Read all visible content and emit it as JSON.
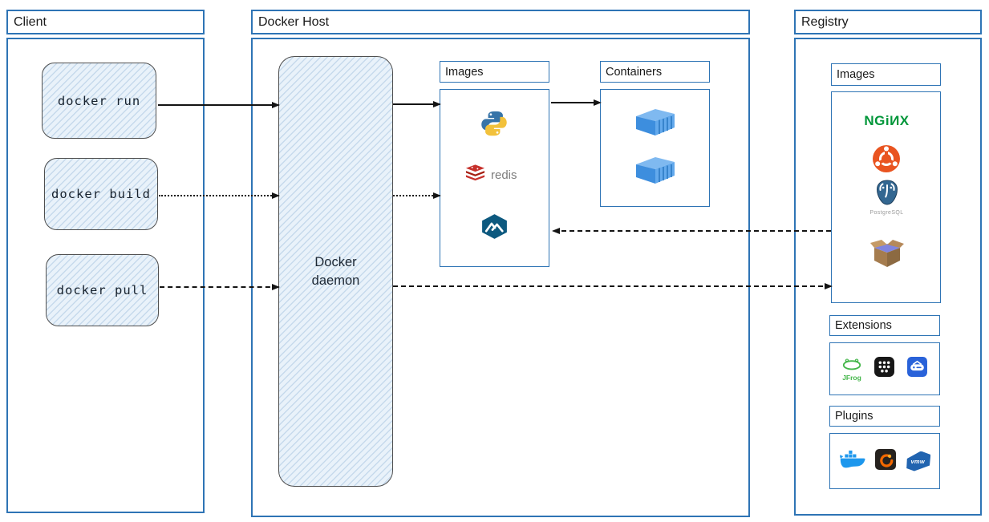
{
  "client": {
    "title": "Client",
    "commands": [
      {
        "id": "docker-run",
        "label": "docker run"
      },
      {
        "id": "docker-build",
        "label": "docker build"
      },
      {
        "id": "docker-pull",
        "label": "docker pull"
      }
    ]
  },
  "docker_host": {
    "title": "Docker Host",
    "daemon": {
      "line1": "Docker",
      "line2": "daemon"
    },
    "images_section": {
      "title": "Images",
      "items": [
        {
          "icon": "python-icon"
        },
        {
          "icon": "redis-icon",
          "label": "redis"
        },
        {
          "icon": "alpine-icon"
        }
      ]
    },
    "containers_section": {
      "title": "Containers",
      "container_count": 2
    }
  },
  "registry": {
    "title": "Registry",
    "images_section": {
      "title": "Images",
      "items": [
        {
          "icon": "nginx-logo",
          "label": "NGiИX"
        },
        {
          "icon": "ubuntu-icon"
        },
        {
          "icon": "postgresql-icon",
          "label": "PostgreSQL"
        },
        {
          "icon": "busybox-icon"
        }
      ]
    },
    "extensions_section": {
      "title": "Extensions",
      "items": [
        {
          "icon": "jfrog-icon",
          "label": "JFrog"
        },
        {
          "icon": "app-grid-icon"
        },
        {
          "icon": "drive-icon"
        }
      ]
    },
    "plugins_section": {
      "title": "Plugins",
      "items": [
        {
          "icon": "docker-whale-icon"
        },
        {
          "icon": "grafana-icon"
        },
        {
          "icon": "vmware-icon",
          "label": "vmw"
        }
      ]
    }
  },
  "connections": [
    {
      "from": "docker-run",
      "to": "docker-daemon",
      "style": "solid"
    },
    {
      "from": "docker-build",
      "to": "docker-daemon",
      "style": "dotted"
    },
    {
      "from": "docker-pull",
      "to": "docker-daemon",
      "style": "dashed"
    },
    {
      "from": "docker-daemon",
      "to": "host-images",
      "style": "solid"
    },
    {
      "from": "docker-daemon",
      "to": "host-images",
      "style": "dotted"
    },
    {
      "from": "host-images",
      "to": "containers",
      "style": "solid"
    },
    {
      "from": "registry-images",
      "to": "host-images",
      "style": "dashed"
    },
    {
      "from": "docker-daemon",
      "to": "registry-images",
      "style": "dashed"
    }
  ],
  "colors": {
    "frame_blue": "#2e74b5",
    "sketch_fill": "#e9f2fa",
    "arrow": "#141414",
    "nginx_green": "#009639",
    "ubuntu_orange": "#e95420",
    "redis_red": "#c6302b",
    "postgres_blue": "#336791",
    "docker_blue": "#1d97ed"
  }
}
